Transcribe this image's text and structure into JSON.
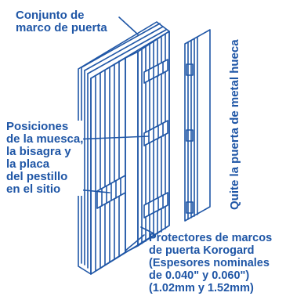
{
  "labels": {
    "frame_assembly": [
      "Conjunto de",
      "marco de puerta"
    ],
    "notch_positions": [
      "Posiciones",
      "de la muesca,",
      "la bisagra y",
      "la placa",
      "del pestillo",
      "en el sitio"
    ],
    "protectors": [
      "Protectores de marcos",
      "de puerta Korogard",
      "(Espesores nominales",
      "de 0.040\" y 0.060\")",
      "(1.02mm y 1.52mm)"
    ],
    "remove_door": "Quite la puerta de metal hueca"
  },
  "colors": {
    "line": "#1f56a6",
    "text": "#1f56a6",
    "background": "#ffffff"
  }
}
